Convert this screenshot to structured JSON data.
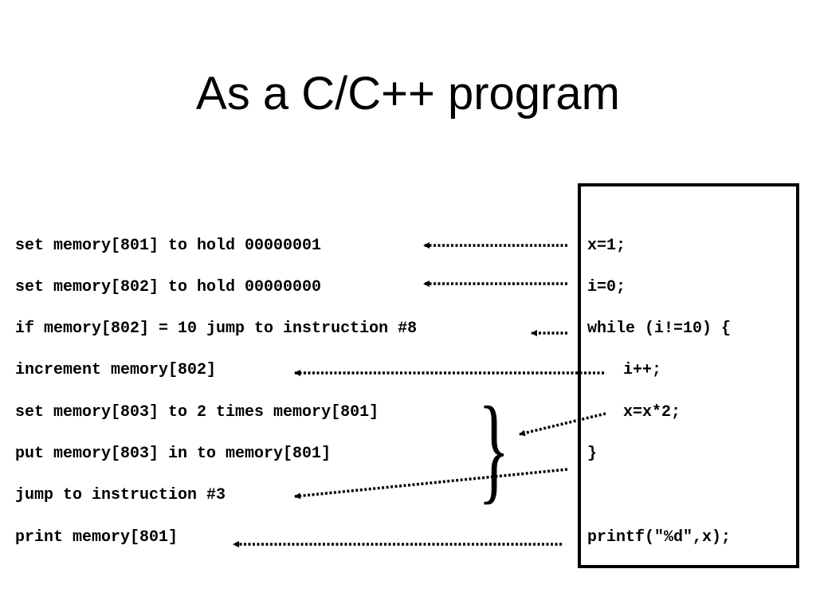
{
  "title": "As a C/C++ program",
  "machine_lines": [
    "set memory[801] to hold 00000001",
    "set memory[802] to hold 00000000",
    "if memory[802] = 10 jump to instruction #8",
    "increment memory[802]",
    "set memory[803] to 2 times memory[801]",
    "put memory[803] in to memory[801]",
    "jump to instruction #3",
    "print memory[801]"
  ],
  "code_lines": [
    "x=1;",
    "i=0;",
    "while (i!=10) {",
    "i++;",
    "x=x*2;",
    "}",
    "printf(\"%d\",x);"
  ],
  "brace_glyph": "}",
  "colors": {
    "text": "#000000",
    "background": "#ffffff",
    "arrow": "#000000"
  }
}
